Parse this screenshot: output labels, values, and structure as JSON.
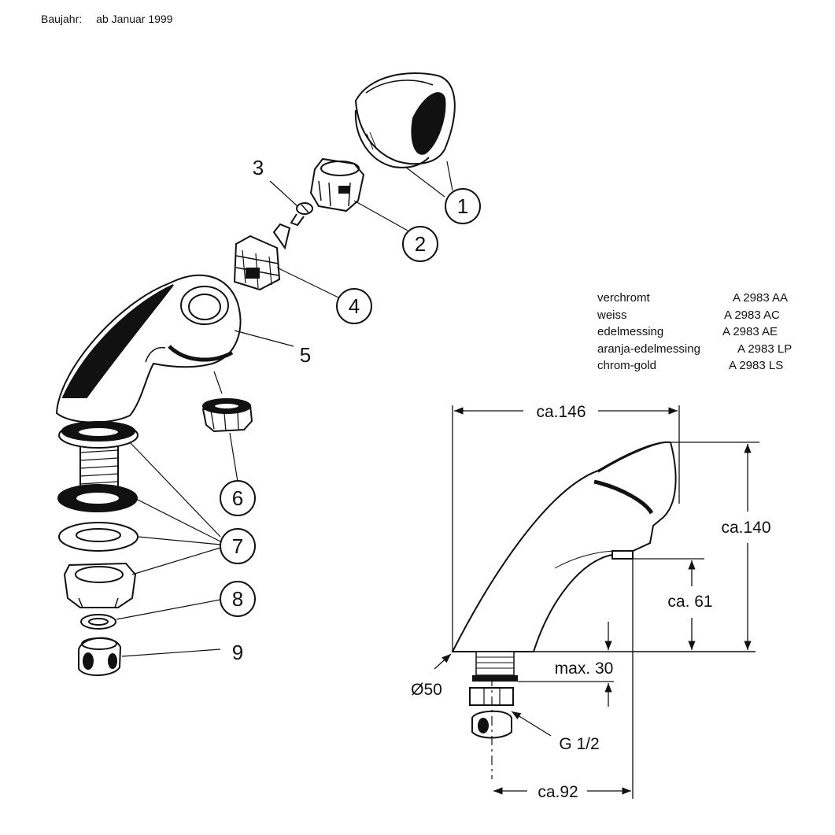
{
  "header": {
    "label": "Baujahr:",
    "value": "ab Januar 1999"
  },
  "variants": [
    {
      "finish": "verchromt",
      "code": "A 2983 AA"
    },
    {
      "finish": "weiss",
      "code": "A 2983 AC"
    },
    {
      "finish": "edelmessing",
      "code": "A 2983 AE"
    },
    {
      "finish": "aranja-edelmessing",
      "code": "A 2983 LP"
    },
    {
      "finish": "chrom-gold",
      "code": "A 2983 LS"
    }
  ],
  "callouts": [
    "1",
    "2",
    "3",
    "4",
    "5",
    "6",
    "7",
    "8",
    "9"
  ],
  "dimensions": {
    "width": "ca.146",
    "height": "ca.140",
    "outlet_height": "ca. 61",
    "max_thickness": "max. 30",
    "diameter": "Ø50",
    "thread": "G 1/2",
    "depth": "ca.92"
  }
}
